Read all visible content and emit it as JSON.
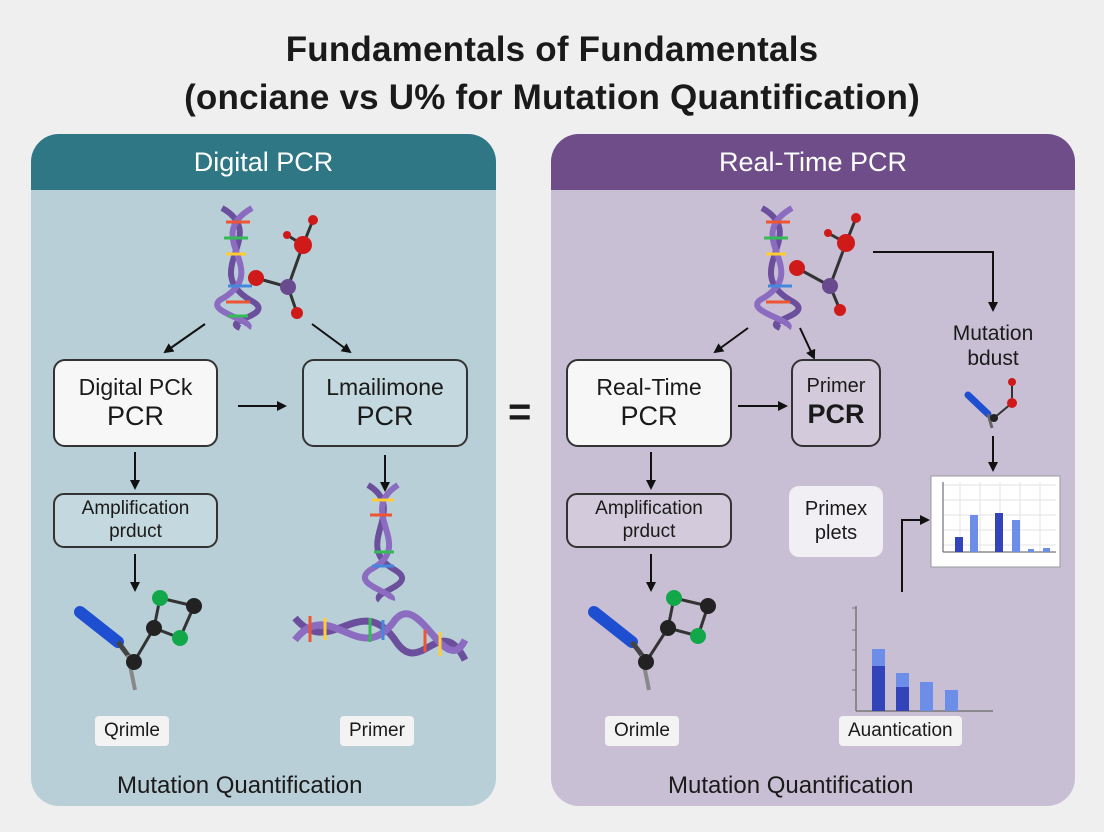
{
  "title": {
    "line1": "Fundamentals of Fundamentals",
    "line2": "(onciane vs U% for Mutation Quantification)"
  },
  "left_panel": {
    "header": "Digital PCR",
    "box1": {
      "line1": "Digital PCk",
      "line2": "PCR"
    },
    "box2": {
      "line1": "Lmailimone",
      "line2": "PCR"
    },
    "box3": {
      "line1": "Amplification",
      "line2": "prduct"
    },
    "label1": "Qrimle",
    "label2": "Primer",
    "footer": "Mutation Quantification"
  },
  "equals_sign": "=",
  "right_panel": {
    "header": "Real-Time PCR",
    "box1": {
      "line1": "Real-Time",
      "line2": "PCR"
    },
    "box2": {
      "line1": "Primer",
      "line2": "PCR"
    },
    "box3": {
      "line1": "Amplification",
      "line2": "prduct"
    },
    "side_text": {
      "line1": "Mutation",
      "line2": "bdust"
    },
    "primex": {
      "line1": "Primex",
      "line2": "plets"
    },
    "label1": "Orimle",
    "label2": "Auantication",
    "footer": "Mutation Quantification"
  },
  "colors": {
    "left_header": "#2f7784",
    "left_panel": "#b9cfd8",
    "right_header": "#6e4d89",
    "right_panel": "#c9bfd5",
    "bar_dark": "#3344bb",
    "bar_light": "#6d8ee8"
  },
  "icons": [
    "dna-helix-icon",
    "molecule-icon",
    "pipette-icon",
    "bar-chart-icon"
  ]
}
